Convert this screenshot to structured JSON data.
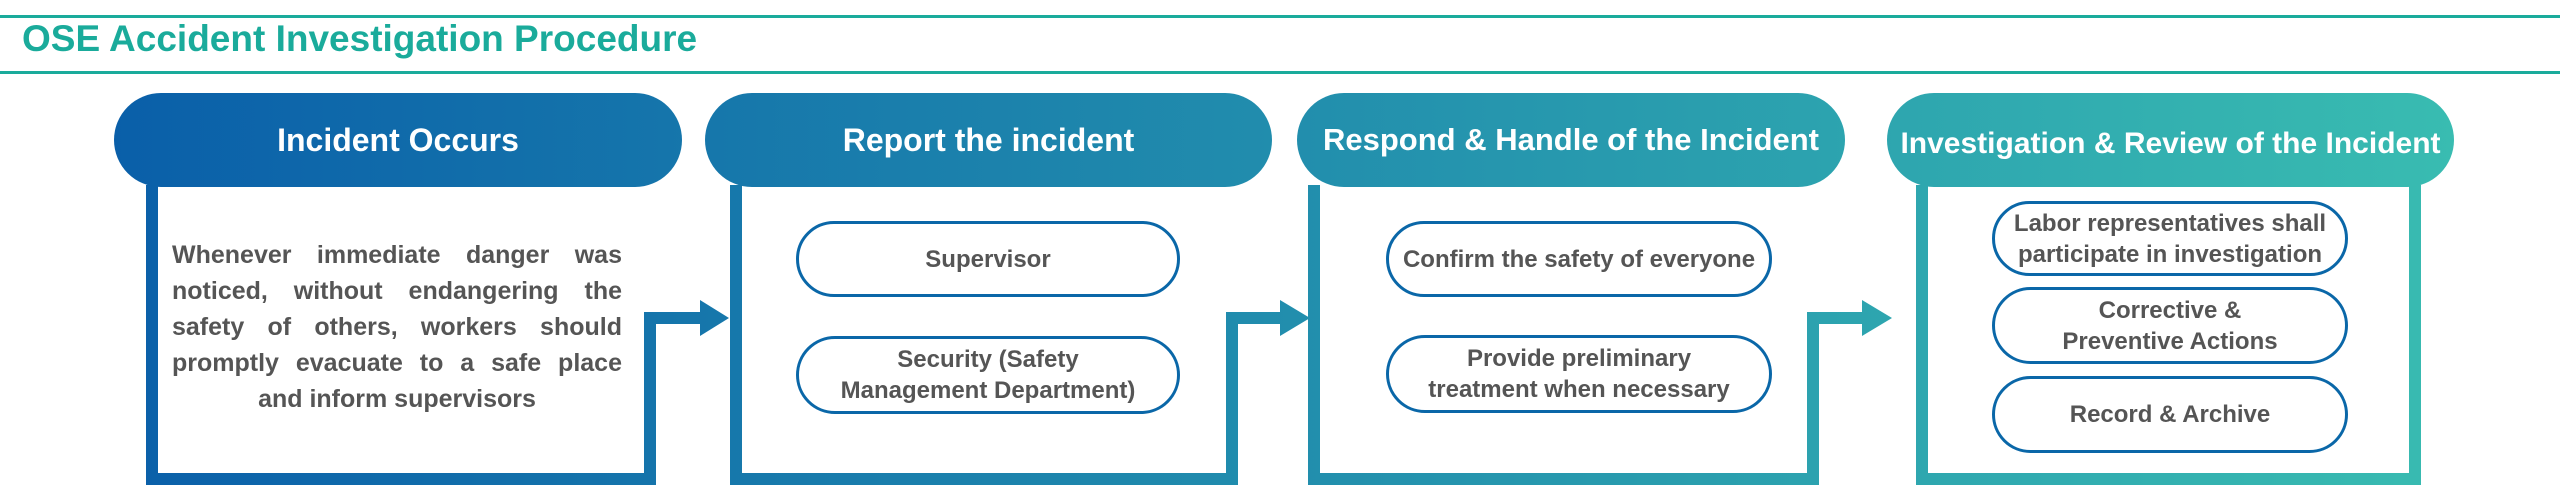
{
  "title": "OSE Accident Investigation Procedure",
  "colors": {
    "accent": "#1aab9b",
    "step_gradient": [
      "#0a5fa9",
      "#39bcb1"
    ],
    "text": "#555555",
    "pill_border": "#0a67a8"
  },
  "steps": [
    {
      "title": "Incident Occurs",
      "description": "Whenever immediate danger was noticed, without endangering the safety of others, workers should promptly evacuate to a safe place and inform supervisors"
    },
    {
      "title": "Report the incident",
      "items": [
        "Supervisor",
        "Security (Safety\nManagement Department)"
      ]
    },
    {
      "title": "Respond & Handle of the Incident",
      "items": [
        "Confirm the safety of everyone",
        "Provide preliminary\ntreatment when necessary"
      ]
    },
    {
      "title": "Investigation & Review of the Incident",
      "items": [
        "Labor representatives shall\nparticipate in investigation",
        "Corrective &\nPreventive Actions",
        "Record & Archive"
      ]
    }
  ]
}
